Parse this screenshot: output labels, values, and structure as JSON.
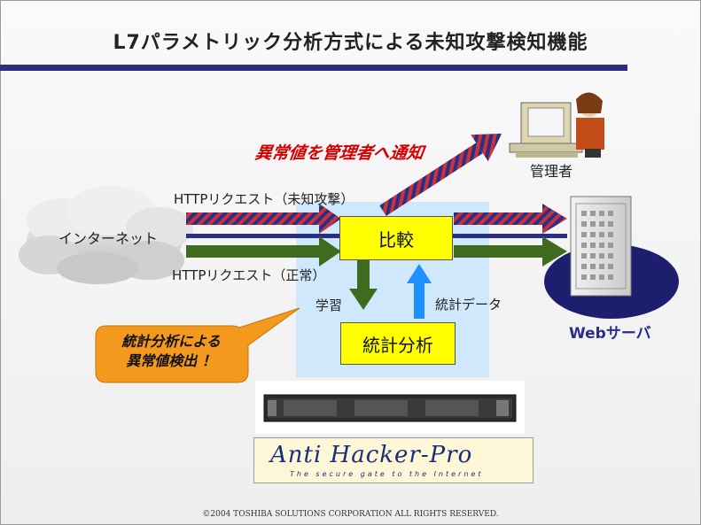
{
  "slide": {
    "title": "L7パラメトリック分析方式による未知攻撃検知機能",
    "copyright": "©2004 TOSHIBA SOLUTIONS CORPORATION ALL RIGHTS RESERVED."
  },
  "diagram": {
    "cloud_label": "インターネット",
    "request_attack": "HTTPリクエスト（未知攻撃）",
    "request_normal": "HTTPリクエスト（正常）",
    "compare_box": "比較",
    "stats_box": "統計分析",
    "learn_label": "学習",
    "stats_data_label": "統計データ",
    "notify_label": "異常値を管理者へ通知",
    "admin_label": "管理者",
    "webserver_label": "Webサーバ",
    "callout_line1": "統計分析による",
    "callout_line2": "異常値検出 ！",
    "product_logo": "Anti Hacker-Pro",
    "product_tagline": "The secure gate to the Internet"
  },
  "colors": {
    "title_bar": "#2a2f86",
    "attack_arrow": "#c8323c",
    "normal_arrow": "#3e6b1e",
    "panel": "#cfe8fb",
    "box": "#ffff00",
    "callout": "#f39a1e",
    "notify_text": "#d60000"
  }
}
